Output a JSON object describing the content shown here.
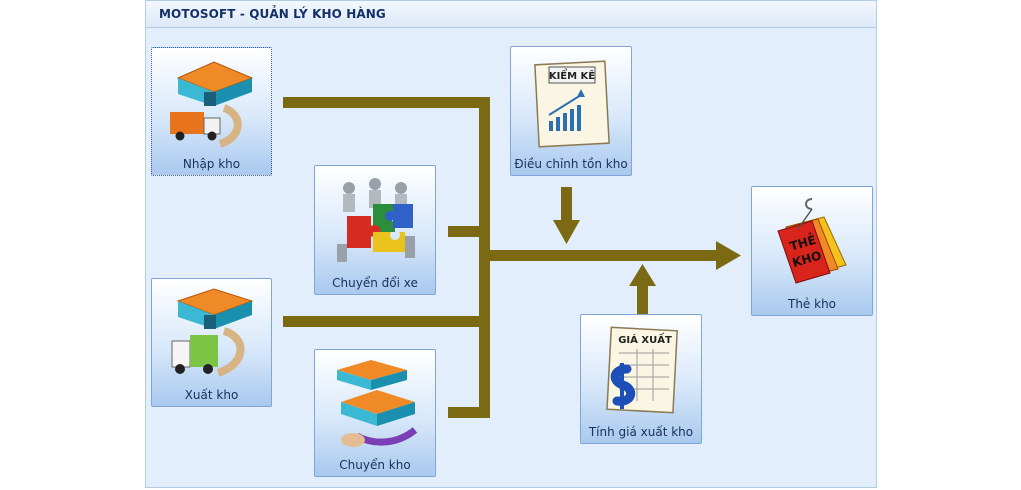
{
  "header": {
    "title": "MOTOSOFT - QUẢN LÝ KHO HÀNG"
  },
  "tiles": {
    "nhap_kho": {
      "label": "Nhập kho"
    },
    "chuyen_doi_xe": {
      "label": "Chuyển đổi xe"
    },
    "xuat_kho": {
      "label": "Xuất kho"
    },
    "chuyen_kho": {
      "label": "Chuyển kho"
    },
    "dieu_chinh": {
      "label": "Điều chỉnh tồn kho",
      "icon_text": "KIỂM KÊ"
    },
    "tinh_gia": {
      "label": "Tính giá xuất kho",
      "icon_text": "GIÁ XUẤT"
    },
    "the_kho": {
      "label": "Thẻ kho",
      "icon_text_1": "THẺ",
      "icon_text_2": "KHO"
    }
  },
  "colors": {
    "connector": "#7b6a13",
    "accent": "#14306a"
  }
}
